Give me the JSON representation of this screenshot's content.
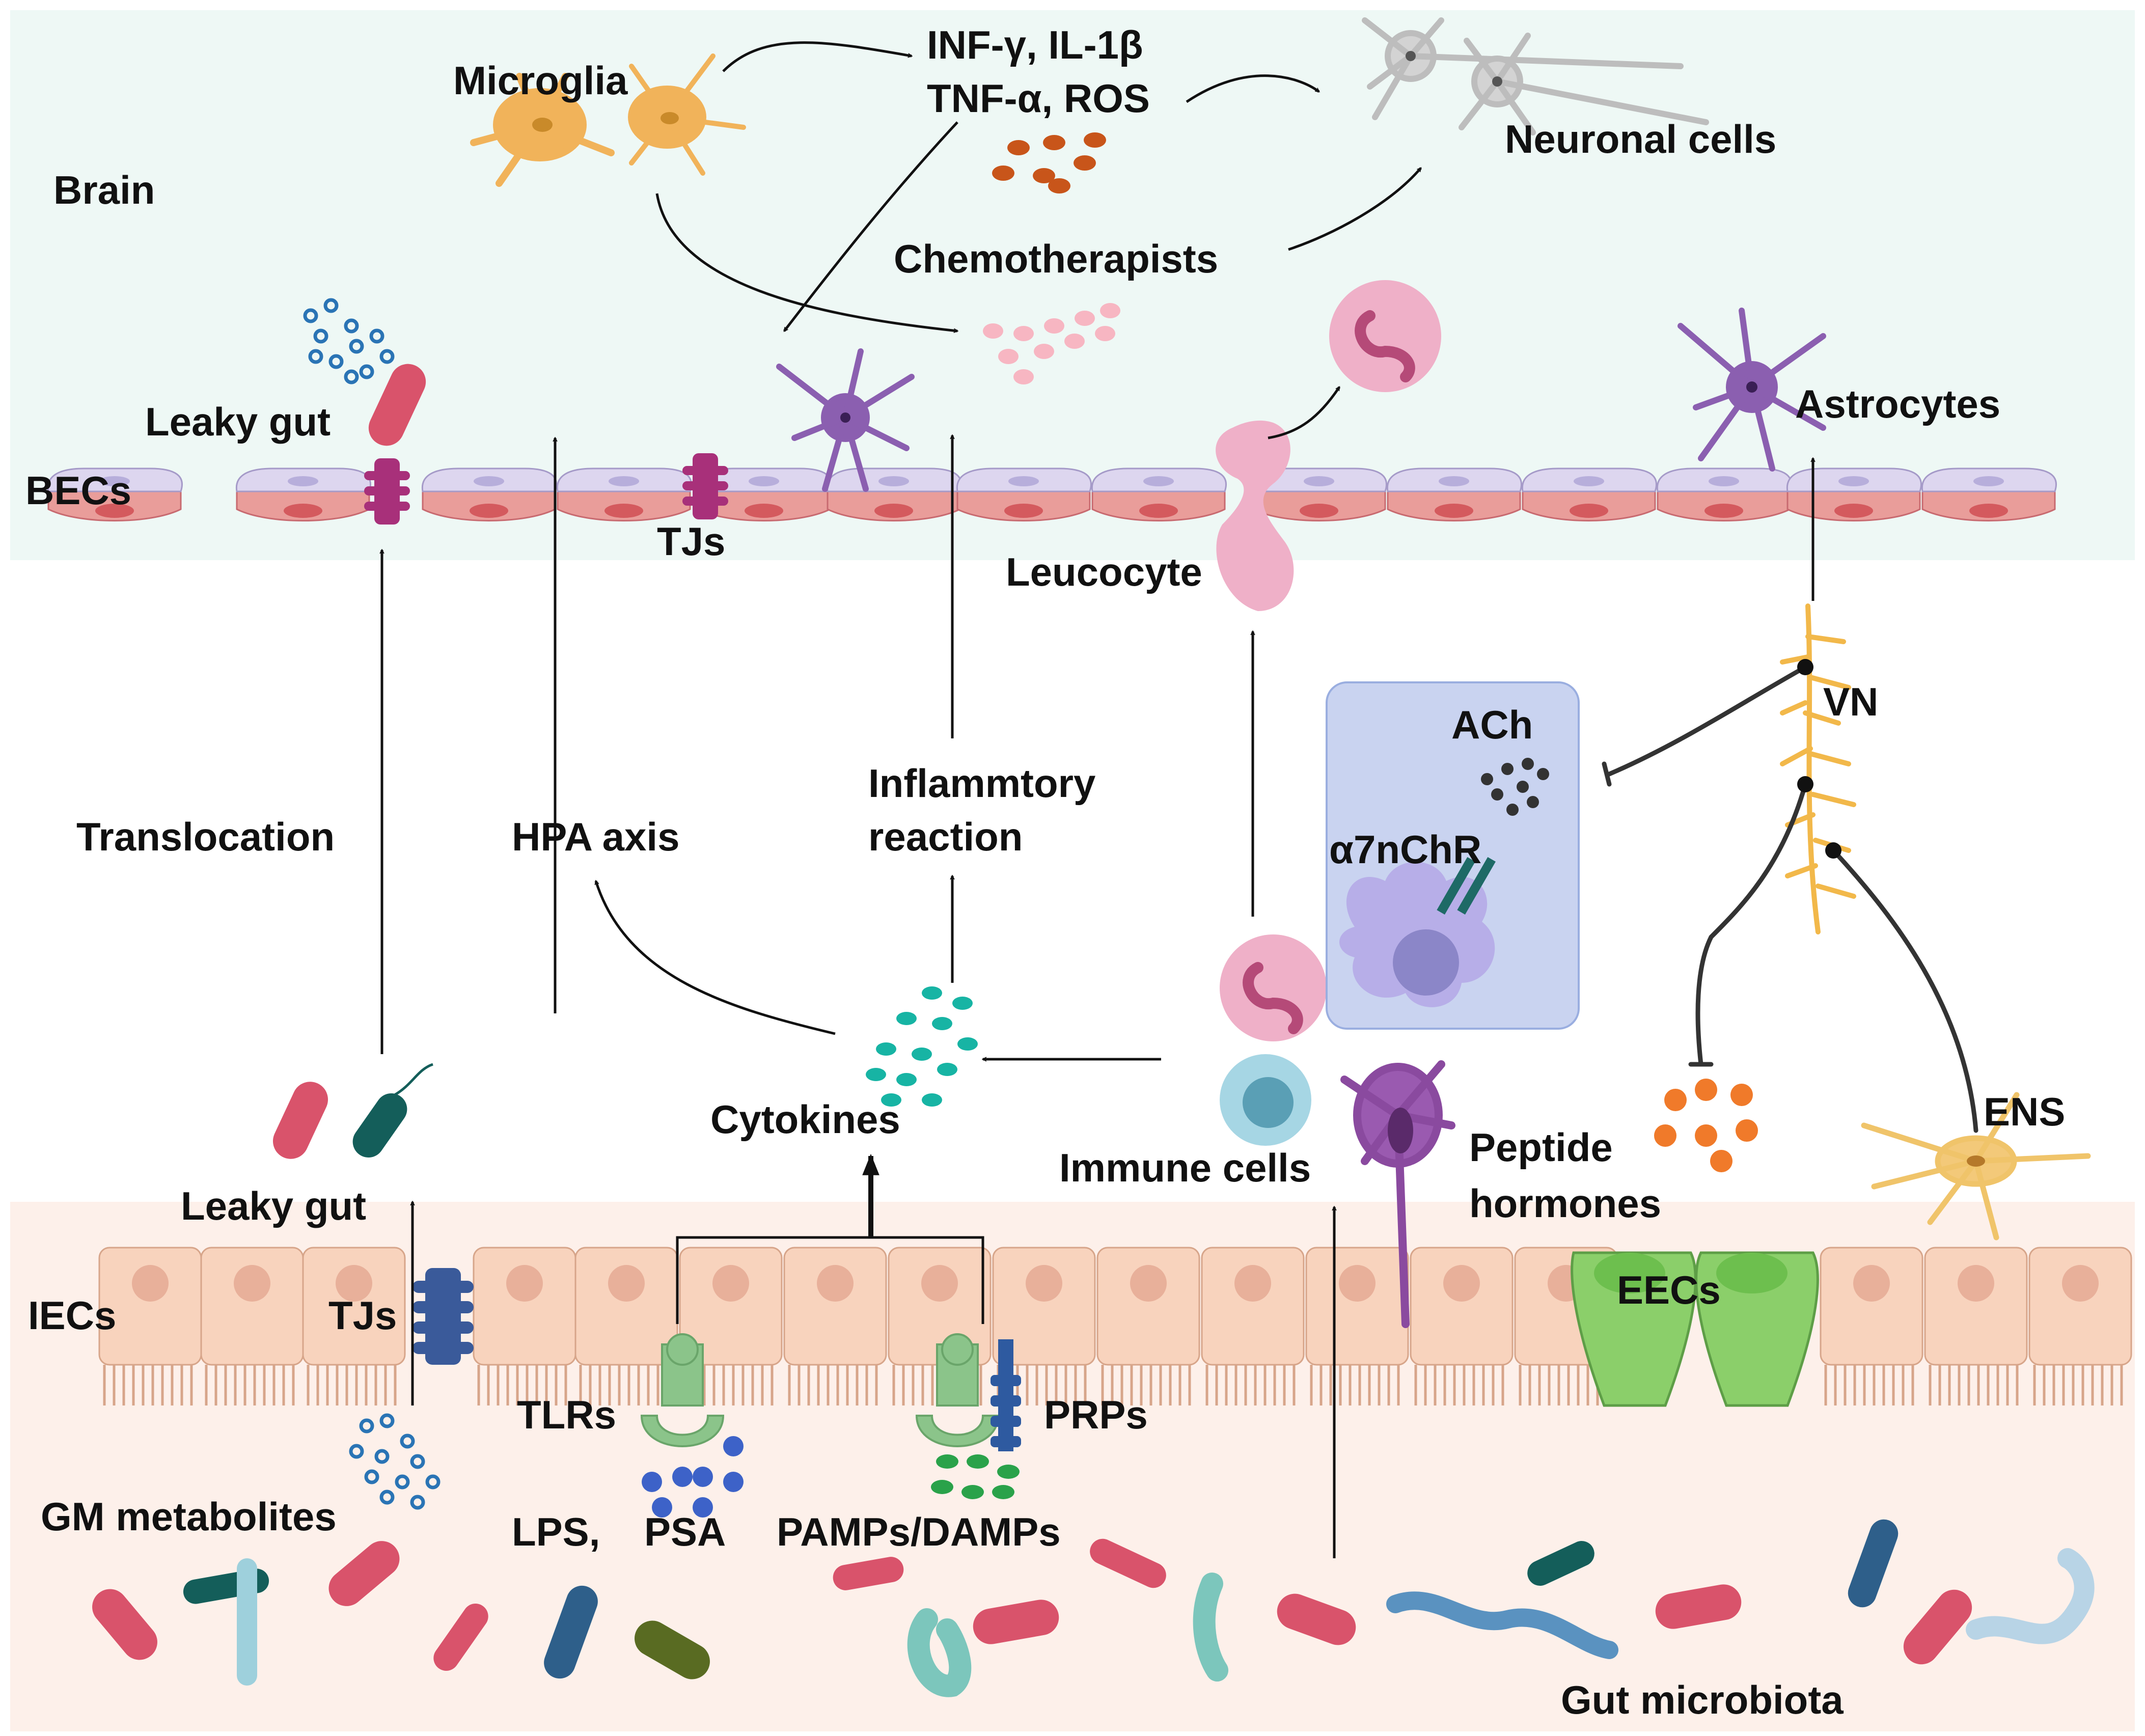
{
  "regions": {
    "brain": "Brain",
    "becs": "BECs",
    "iecs": "IECs"
  },
  "brain_labels": {
    "microglia": "Microglia",
    "cytokines_line1": "INF-γ, IL-1β",
    "cytokines_line2": "TNF-α, ROS",
    "neuronal_cells": "Neuronal cells",
    "chemotherapists": "Chemotherapists",
    "leaky_gut": "Leaky gut",
    "tjs": "TJs",
    "leucocyte": "Leucocyte",
    "astrocytes": "Astrocytes"
  },
  "middle_labels": {
    "translocation": "Translocation",
    "hpa_axis": "HPA axis",
    "inflammatory_line1": "Inflammtory",
    "inflammatory_line2": "reaction",
    "ach": "ACh",
    "a7nchr": "α7nChR",
    "vn": "VN",
    "cytokines": "Cytokines",
    "immune_cells": "Immune cells",
    "peptide_line1": "Peptide",
    "peptide_line2": "hormones",
    "ens": "ENS",
    "leaky_gut": "Leaky gut"
  },
  "gut_labels": {
    "tjs": "TJs",
    "eecs": "EECs",
    "tlrs": "TLRs",
    "prps": "PRPs",
    "gm_metabolites": "GM metabolites",
    "lps": "LPS,",
    "psa": "PSA",
    "pamps": "PAMPs/DAMPs",
    "gut_microbiota": "Gut microbiota"
  },
  "colors": {
    "brain_bg": "#eef8f5",
    "gut_bg": "#fdf0ea",
    "bec_top": "#ddd6ef",
    "bec_bottom": "#e99d9a",
    "iec": "#f8d3bd",
    "tj_brain": "#a8307a",
    "tj_gut": "#3a5a9a",
    "microglia": "#f1b35a",
    "astrocyte": "#8b5fb0",
    "neuron": "#cfcfcf",
    "leucocyte": "#efb0c8",
    "bacteria_red": "#d9536b",
    "bacteria_teal": "#145e5a",
    "cytokine_dots": "#17b4a4",
    "peptide_dots": "#f07a2a",
    "ach_dots": "#333333",
    "chemo_dots": "#f7b6c2",
    "brain_cytokine_dots": "#c8551a",
    "eec": "#8bcf6a",
    "vagus": "#f2b84a",
    "macrophage_box": "#c9d3f0"
  }
}
